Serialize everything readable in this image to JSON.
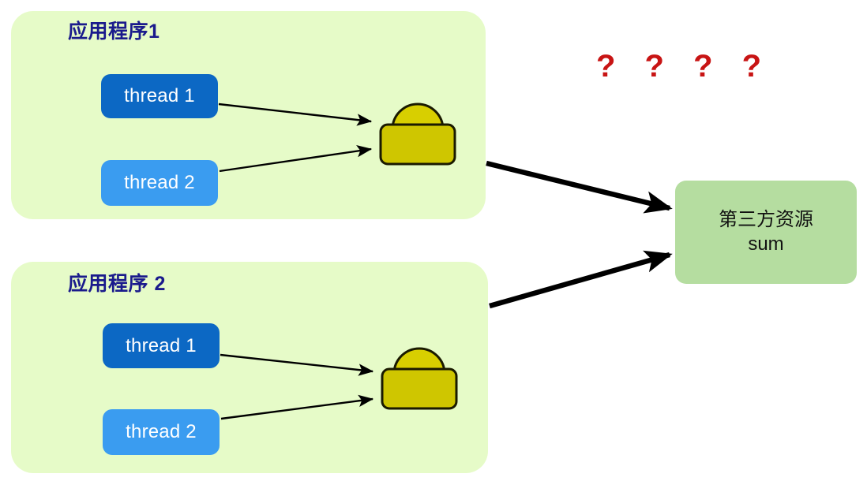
{
  "diagram": {
    "title_color": "#1a1a8c",
    "panel_bg": "#e6fbc8",
    "resource_bg": "#b5dda0",
    "thread1_color": "#0c68c4",
    "thread2_color": "#3a9cf0",
    "lock_color": "#d4cc00",
    "question_color": "#c81414",
    "arrow_color": "#000000"
  },
  "apps": [
    {
      "title": "应用程序1",
      "threads": [
        {
          "label": "thread 1"
        },
        {
          "label": "thread 2"
        }
      ],
      "lock": "lock-icon"
    },
    {
      "title": "应用程序 2",
      "threads": [
        {
          "label": "thread 1"
        },
        {
          "label": "thread 2"
        }
      ],
      "lock": "lock-icon"
    }
  ],
  "resource": {
    "title": "第三方资源",
    "subtitle": "sum"
  },
  "annotation": {
    "question_marks": "? ? ? ?"
  }
}
